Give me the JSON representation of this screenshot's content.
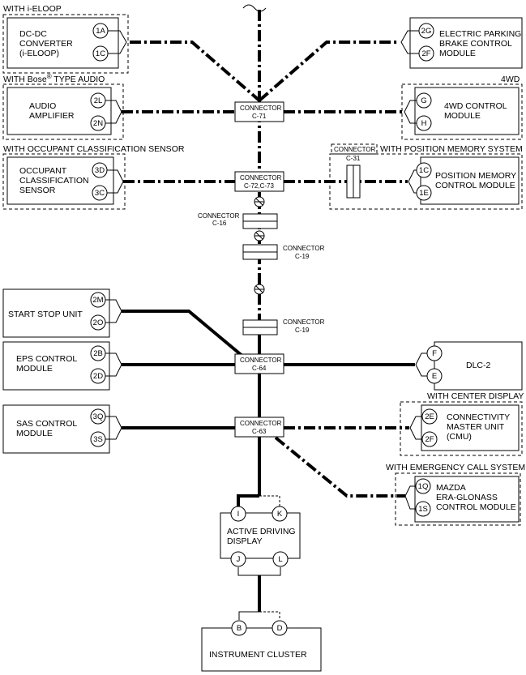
{
  "groups": {
    "eloop": "WITH i-ELOOP",
    "bose_pre": "WITH Bose",
    "bose_mark": "®",
    "bose_post": " TYPE AUDIO",
    "occupant": "WITH OCCUPANT CLASSIFICATION SENSOR",
    "fwd": "4WD",
    "posmem": "WITH POSITION MEMORY SYSTEM",
    "center": "WITH CENTER DISPLAY",
    "ecall": "WITH EMERGENCY CALL SYSTEM"
  },
  "modules": {
    "dcdc": [
      "DC-DC",
      "CONVERTER",
      "(i-ELOOP)"
    ],
    "epb": [
      "ELECTRIC PARKING",
      "BRAKE CONTROL",
      "MODULE"
    ],
    "audio": [
      "AUDIO",
      "AMPLIFIER"
    ],
    "fwd": [
      "4WD CONTROL",
      "MODULE"
    ],
    "occ": [
      "OCCUPANT",
      "CLASSIFICATION",
      "SENSOR"
    ],
    "posmem": [
      "POSITION MEMORY",
      "CONTROL MODULE"
    ],
    "start": [
      "START STOP UNIT"
    ],
    "eps": [
      "EPS CONTROL",
      "MODULE"
    ],
    "dlc": [
      "DLC-2"
    ],
    "sas": [
      "SAS CONTROL",
      "MODULE"
    ],
    "cmu": [
      "CONNECTIVITY",
      "MASTER UNIT",
      "(CMU)"
    ],
    "era": [
      "MAZDA",
      "ERA-GLONASS",
      "CONTROL MODULE"
    ],
    "add": [
      "ACTIVE DRIVING",
      "DISPLAY"
    ],
    "cluster": [
      "INSTRUMENT CLUSTER"
    ]
  },
  "pins": {
    "dcdc": [
      "1A",
      "1C"
    ],
    "epb": [
      "2G",
      "2F"
    ],
    "audio": [
      "2L",
      "2N"
    ],
    "fwd": [
      "G",
      "H"
    ],
    "occ": [
      "3D",
      "3C"
    ],
    "posmem": [
      "1C",
      "1E"
    ],
    "start": [
      "2M",
      "2O"
    ],
    "eps": [
      "2B",
      "2D"
    ],
    "dlc": [
      "F",
      "E"
    ],
    "sas": [
      "3Q",
      "3S"
    ],
    "cmu": [
      "2E",
      "2F"
    ],
    "era": [
      "1Q",
      "1S"
    ],
    "add_top": [
      "I",
      "K"
    ],
    "add_bot": [
      "J",
      "L"
    ],
    "cluster": [
      "B",
      "D"
    ]
  },
  "connectors": {
    "word": "CONNECTOR",
    "c71": "C-71",
    "c72": "C-72,C-73",
    "c31": "C-31",
    "c16": "C-16",
    "c19": "C-19",
    "c64": "C-64",
    "c63": "C-63"
  }
}
